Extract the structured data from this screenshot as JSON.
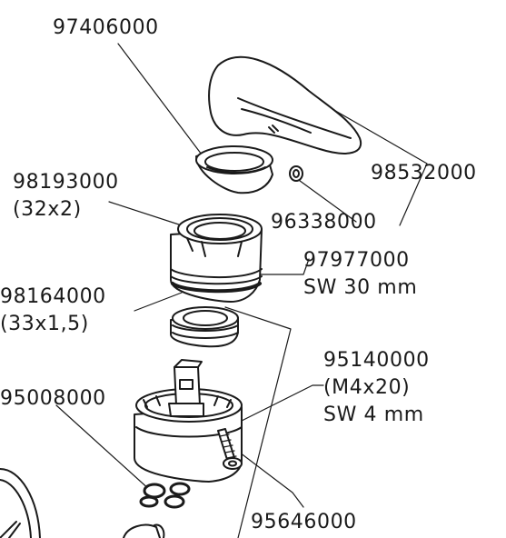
{
  "parts": [
    {
      "id": "p97406000",
      "number": "97406000",
      "lines": []
    },
    {
      "id": "p98532000",
      "number": "98532000",
      "lines": []
    },
    {
      "id": "p98193000",
      "number": "98193000",
      "lines": [
        "(32x2)"
      ]
    },
    {
      "id": "p96338000",
      "number": "96338000",
      "lines": []
    },
    {
      "id": "p97977000",
      "number": "97977000",
      "lines": [
        "SW 30 mm"
      ]
    },
    {
      "id": "p98164000",
      "number": "98164000",
      "lines": [
        "(33x1,5)"
      ]
    },
    {
      "id": "p95140000",
      "number": "95140000",
      "lines": [
        "(M4x20)",
        "SW 4 mm"
      ]
    },
    {
      "id": "p95008000",
      "number": "95008000",
      "lines": []
    },
    {
      "id": "p95646000",
      "number": "95646000",
      "lines": []
    }
  ],
  "colors": {
    "line": "#1a1a1a",
    "fill": "#ffffff",
    "text": "#1a1a1a"
  }
}
